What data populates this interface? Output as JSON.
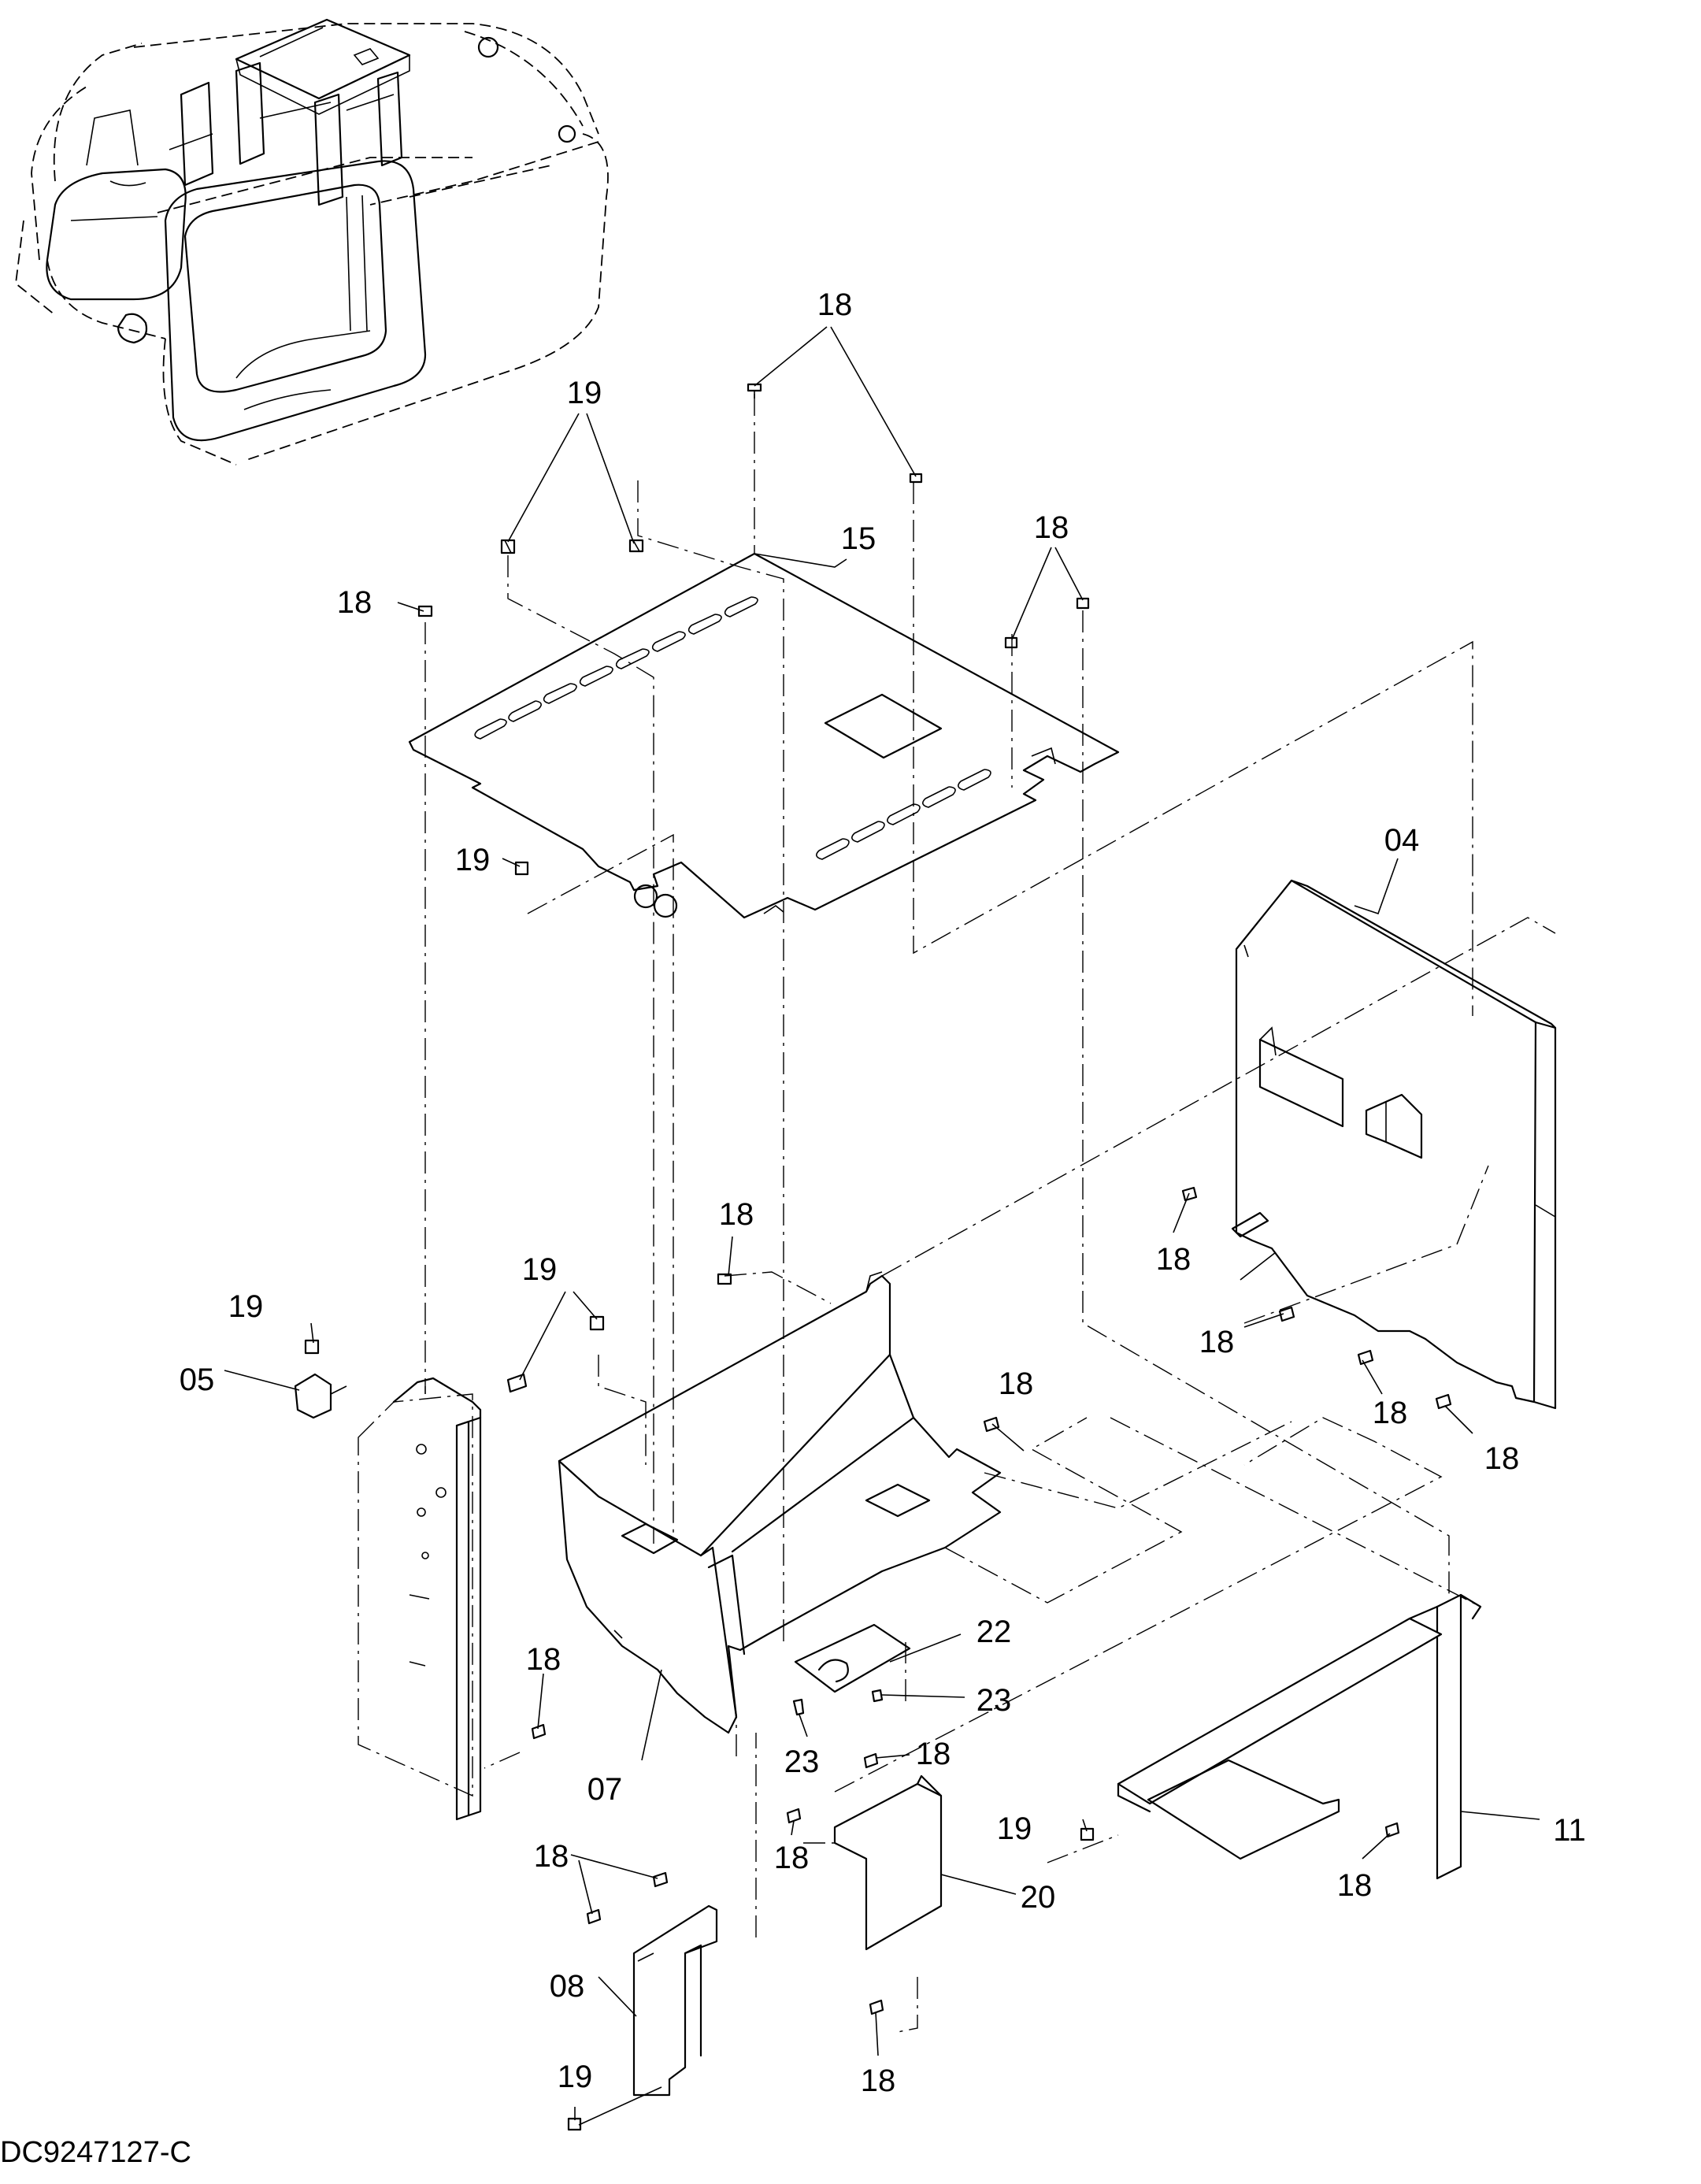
{
  "drawing_code": "DC9247127-C",
  "labels": {
    "p15": "15",
    "p04": "04",
    "p05": "05",
    "p07": "07",
    "p08": "08",
    "p11": "11",
    "p20": "20",
    "p22": "22",
    "p23a": "23",
    "p23b": "23",
    "b18_top": "18",
    "b18_topright": "18",
    "b18_left": "18",
    "b18_mid": "18",
    "b18_panel_a": "18",
    "b18_panel_b": "18",
    "b18_panel_c": "18",
    "b18_panel_d": "18",
    "b18_box_right": "18",
    "b18_left_bottom": "18",
    "b18_bracket20_top": "18",
    "b18_bracket20_left": "18",
    "b18_bracket20_bottom": "18",
    "b18_part08": "18",
    "b18_part11": "18",
    "b19_top": "19",
    "b19_plate": "19",
    "b19_left": "19",
    "b19_mid": "19",
    "b19_tray": "19",
    "b19_part08": "19"
  },
  "colors": {
    "line": "#000000",
    "background": "#ffffff"
  }
}
